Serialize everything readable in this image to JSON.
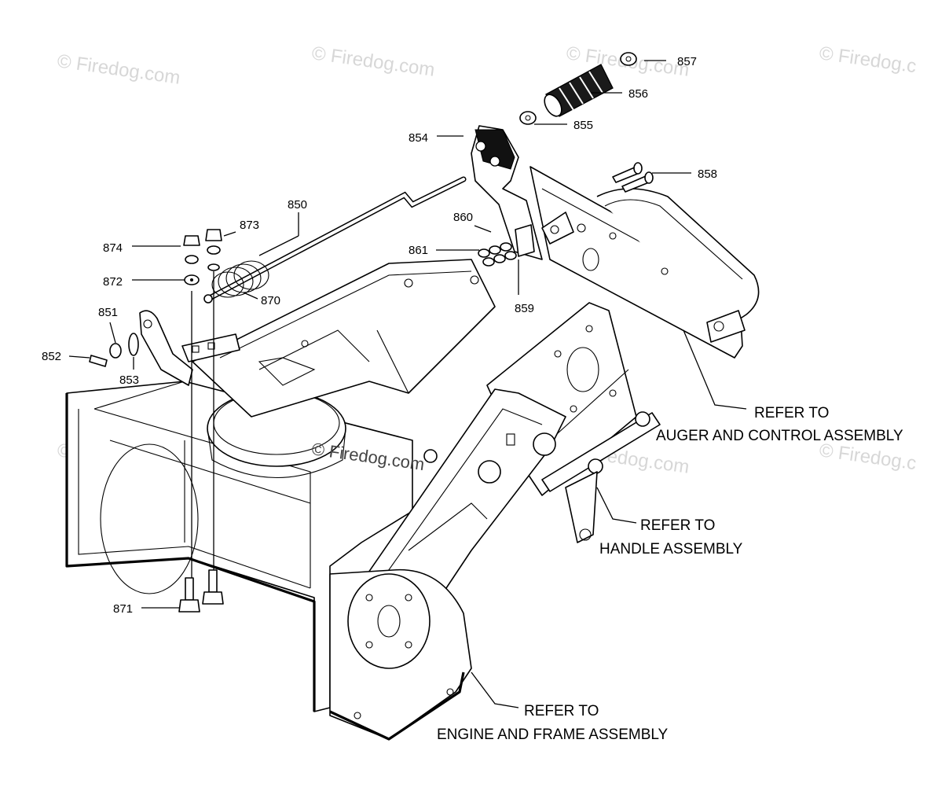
{
  "watermark": {
    "text": "© Firedog.com",
    "center_text": "© Firedog.com",
    "partial_text": "© Firedog.c"
  },
  "callouts": {
    "c850": "850",
    "c851": "851",
    "c852": "852",
    "c853": "853",
    "c854": "854",
    "c855": "855",
    "c856": "856",
    "c857": "857",
    "c858": "858",
    "c859": "859",
    "c860": "860",
    "c861": "861",
    "c870": "870",
    "c871": "871",
    "c872": "872",
    "c873": "873",
    "c874": "874"
  },
  "references": {
    "auger_line1": "REFER TO",
    "auger_line2": "AUGER AND CONTROL ASSEMBLY",
    "handle_line1": "REFER TO",
    "handle_line2": "HANDLE ASSEMBLY",
    "engine_line1": "REFER TO",
    "engine_line2": "ENGINE AND FRAME ASSEMBLY"
  }
}
